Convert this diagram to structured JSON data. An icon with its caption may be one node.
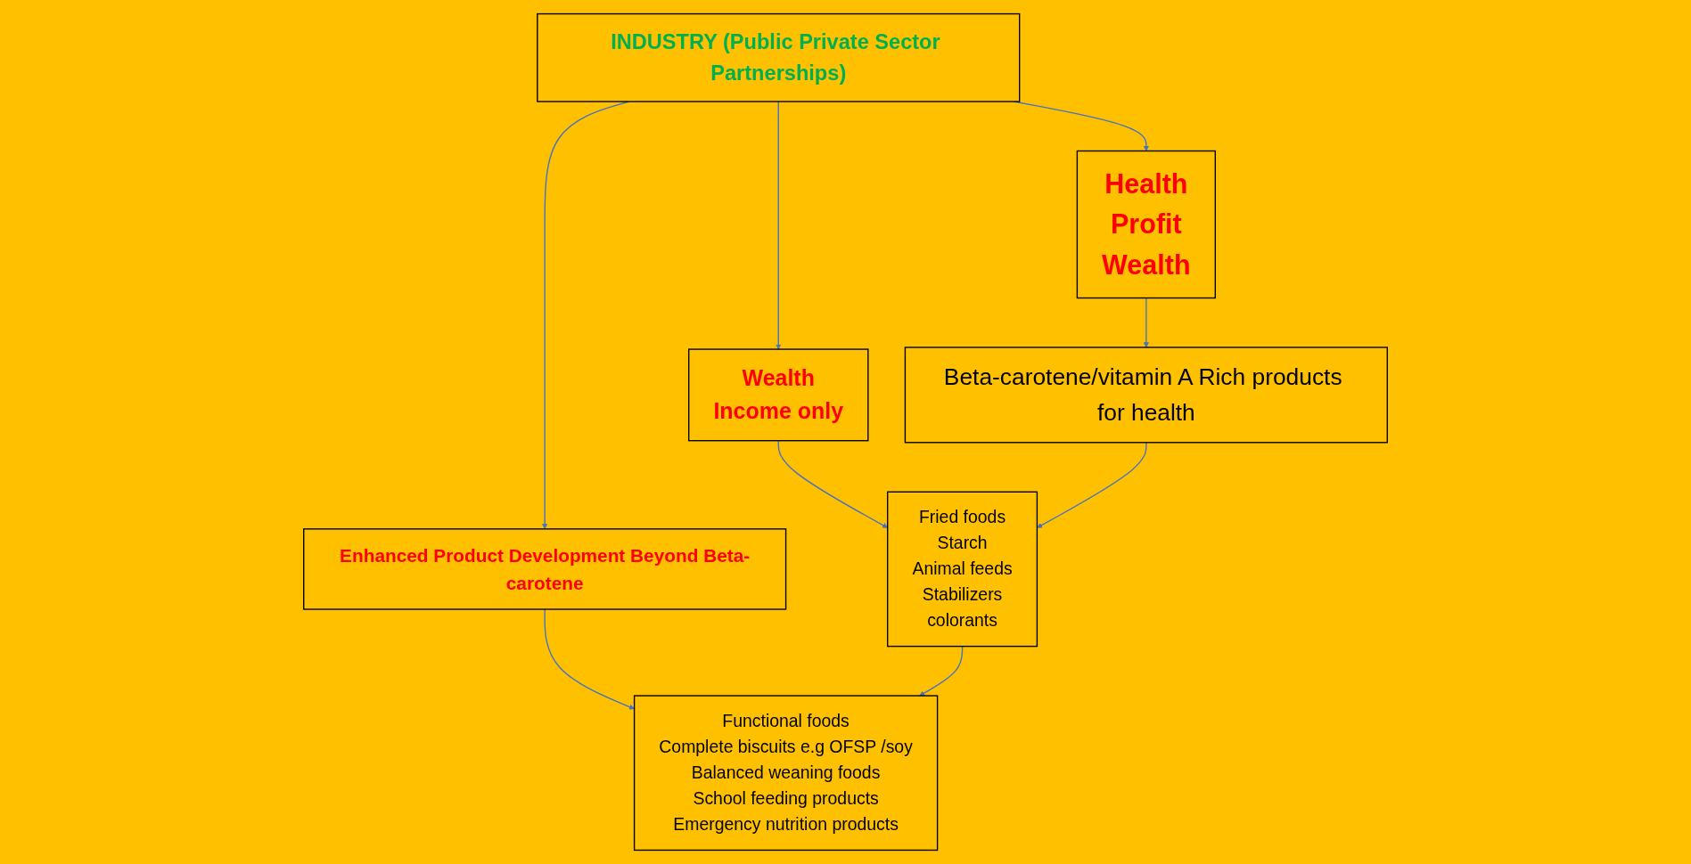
{
  "diagram": {
    "nodes": [
      {
        "text": [
          "INDUSTRY (Public Private Sector Partnerships)"
        ]
      },
      {
        "text": [
          "Health",
          "Profit",
          "Wealth"
        ]
      },
      {
        "text": [
          "Wealth",
          "Income only"
        ]
      },
      {
        "text": [
          "Enhanced Product Development Beyond Beta-carotene"
        ]
      },
      {
        "text": [
          "Beta-carotene/vitamin A Rich products for health"
        ]
      },
      {
        "text": [
          "Fried foods",
          "Starch",
          "Animal feeds",
          "Stabilizers",
          "colorants"
        ]
      },
      {
        "text": [
          "Functional foods",
          "Complete biscuits e.g OFSP /soy",
          "Balanced weaning foods",
          "School feeding products",
          "Emergency nutrition products"
        ]
      }
    ],
    "edges": [
      {
        "from": 0,
        "to": 1,
        "arrow": "to"
      },
      {
        "from": 0,
        "to": 2,
        "arrow": "to"
      },
      {
        "from": 0,
        "to": 3,
        "arrow": "to"
      },
      {
        "from": 1,
        "to": 4,
        "arrow": "to"
      },
      {
        "from": 2,
        "to": 5,
        "arrow": "to"
      },
      {
        "from": 3,
        "to": 6,
        "arrow": "to"
      },
      {
        "from": 4,
        "to": 5,
        "arrow": "to"
      },
      {
        "from": 5,
        "to": 6,
        "arrow": "to"
      }
    ]
  }
}
